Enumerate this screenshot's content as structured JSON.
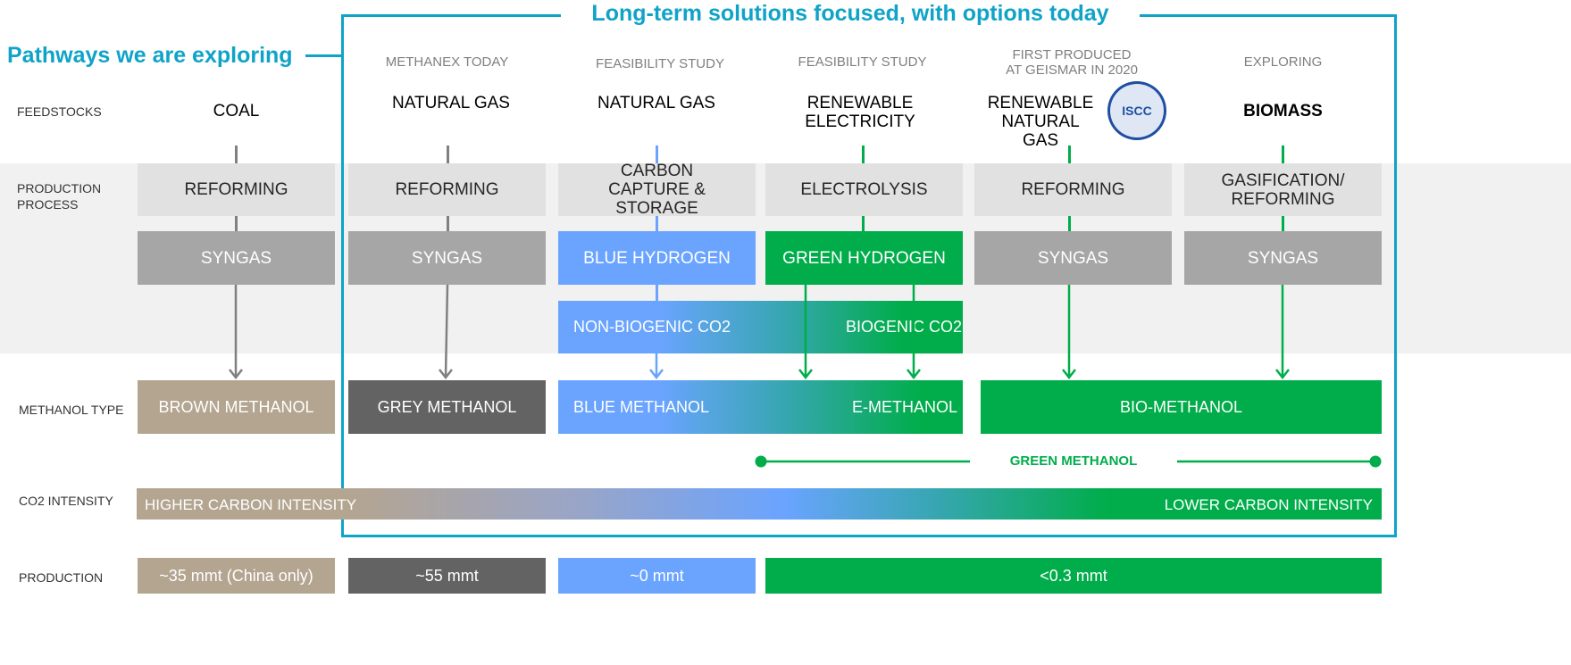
{
  "top_title": "Long-term solutions focused, with options today",
  "left_title": "Pathways we are exploring",
  "row_labels": {
    "feedstocks": "FEEDSTOCKS",
    "production_process": "PRODUCTION PROCESS",
    "methanol_type": "METHANOL TYPE",
    "co2_intensity": "CO2 INTENSITY",
    "production": "PRODUCTION"
  },
  "columns": [
    {
      "header": "",
      "feedstock": "COAL",
      "process": "REFORMING",
      "intermediate": "SYNGAS"
    },
    {
      "header": "METHANEX TODAY",
      "feedstock": "NATURAL GAS",
      "process": "REFORMING",
      "intermediate": "SYNGAS"
    },
    {
      "header": "FEASIBILITY STUDY",
      "feedstock": "NATURAL GAS",
      "process": "CARBON CAPTURE & STORAGE",
      "intermediate": "BLUE HYDROGEN"
    },
    {
      "header": "FEASIBILITY STUDY",
      "feedstock": "RENEWABLE ELECTRICITY",
      "process": "ELECTROLYSIS",
      "intermediate": "GREEN HYDROGEN"
    },
    {
      "header": "FIRST PRODUCED AT GEISMAR IN 2020",
      "feedstock": "RENEWABLE NATURAL GAS",
      "process": "REFORMING",
      "intermediate": "SYNGAS"
    },
    {
      "header": "EXPLORING",
      "feedstock": "BIOMASS",
      "process": "GASIFICATION/ REFORMING",
      "intermediate": "SYNGAS"
    }
  ],
  "co2_sources": {
    "left": "NON-BIOGENIC CO2",
    "right": "BIOGENIC CO2"
  },
  "methanol_types": {
    "brown": "BROWN METHANOL",
    "grey": "GREY METHANOL",
    "blue": "BLUE METHANOL",
    "e": "E-METHANOL",
    "bio": "BIO-METHANOL"
  },
  "green_methanol_label": "GREEN METHANOL",
  "intensity": {
    "higher": "HIGHER CARBON INTENSITY",
    "lower": "LOWER CARBON INTENSITY"
  },
  "production": {
    "brown": "~35 mmt (China only)",
    "grey": "~55 mmt",
    "blue": "~0 mmt",
    "green": "<0.3 mmt"
  },
  "badge": {
    "text": "ISCC",
    "icon": "iscc-globe-icon"
  },
  "colors": {
    "accent_teal": "#0fa3c8",
    "green": "#00ad4a",
    "blue": "#6aa4ff",
    "brown": "#b4a591",
    "grey_dark": "#636363",
    "syngas_grey": "#a6a6a6",
    "process_grey": "#e1e1e1"
  }
}
